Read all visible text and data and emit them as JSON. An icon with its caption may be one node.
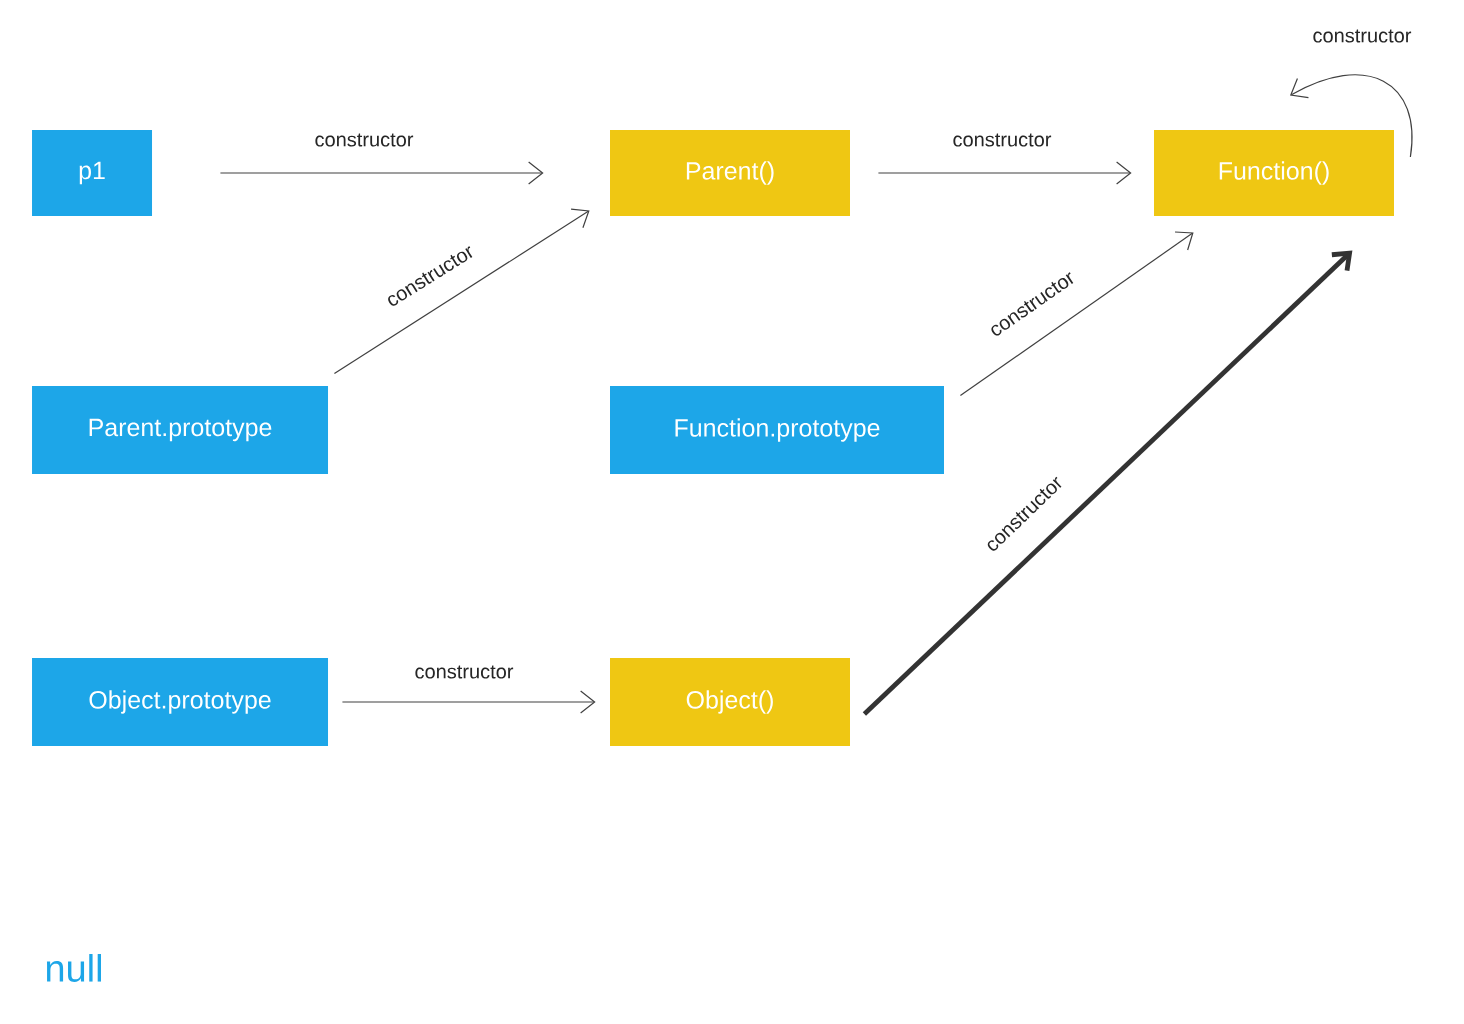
{
  "diagram": {
    "nodes": [
      {
        "text": [
          "p1"
        ]
      },
      {
        "text": [
          "Parent()"
        ]
      },
      {
        "text": [
          "Function()"
        ]
      },
      {
        "text": [
          "Parent.prototype"
        ]
      },
      {
        "text": [
          "Function.prototype"
        ]
      },
      {
        "text": [
          "Object.prototype"
        ]
      },
      {
        "text": [
          "Object()"
        ]
      }
    ],
    "edges": [
      {
        "from": 0,
        "to": 1,
        "arrow": "to",
        "label": "constructor"
      },
      {
        "from": 1,
        "to": 2,
        "arrow": "to",
        "label": "constructor"
      },
      {
        "from": 2,
        "to": 2,
        "arrow": "to",
        "label": "constructor"
      },
      {
        "from": 3,
        "to": 1,
        "arrow": "to",
        "label": "constructor"
      },
      {
        "from": 4,
        "to": 2,
        "arrow": "to",
        "label": "constructor"
      },
      {
        "from": 5,
        "to": 6,
        "arrow": "to",
        "label": "constructor"
      },
      {
        "from": 6,
        "to": 2,
        "arrow": "to",
        "label": "constructor",
        "style": "thick",
        "color": "#333333"
      }
    ],
    "labels": [
      "null"
    ]
  }
}
